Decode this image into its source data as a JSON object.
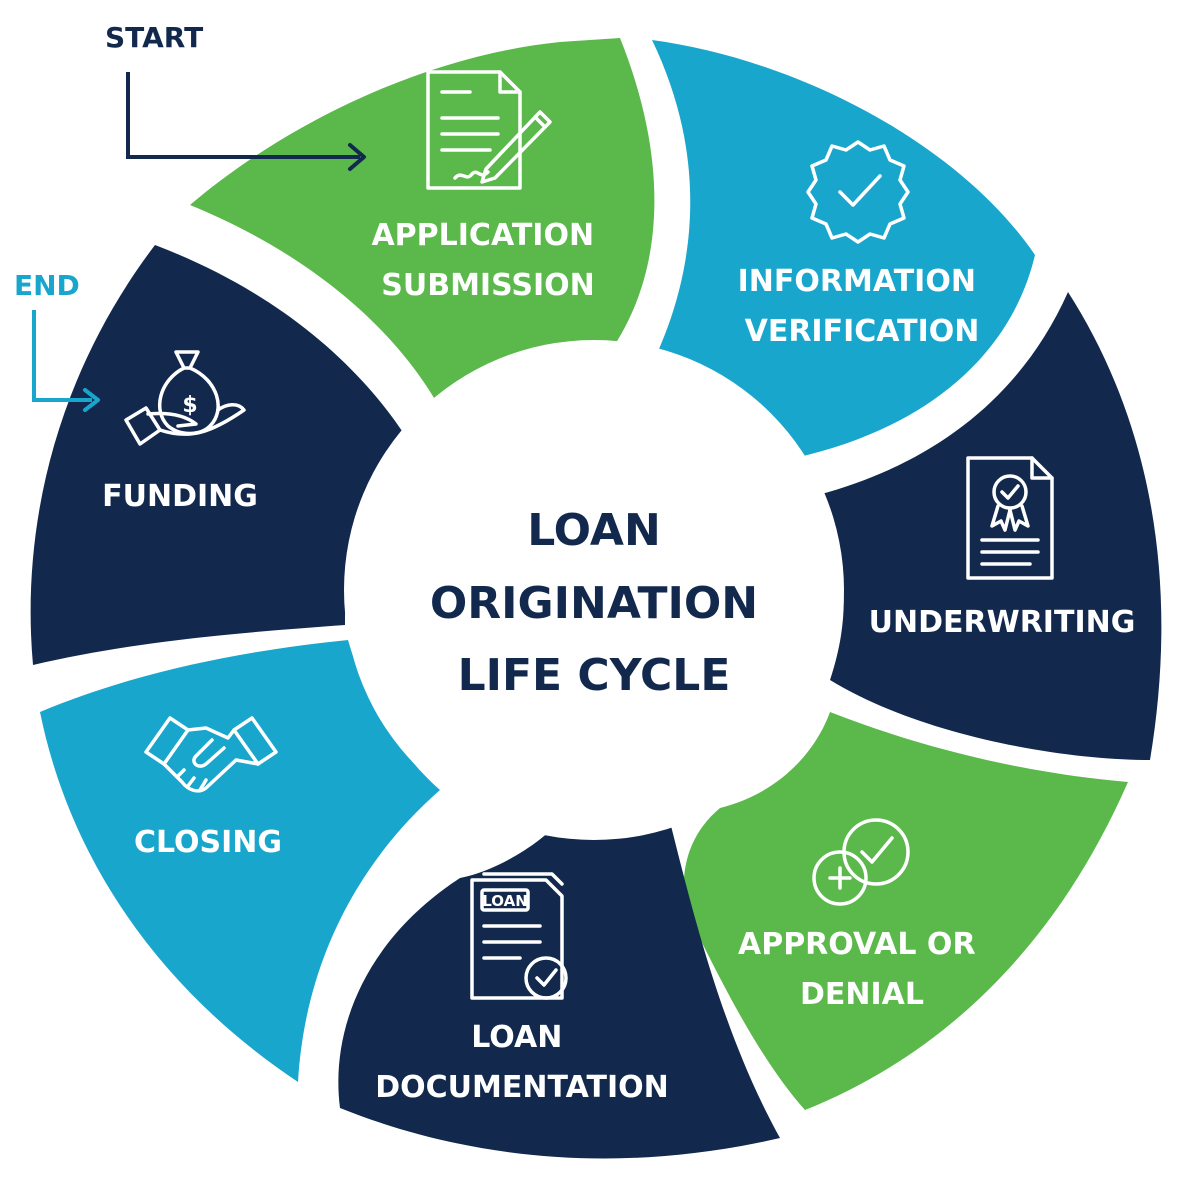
{
  "title": [
    "LOAN",
    "ORIGINATION",
    "LIFE CYCLE"
  ],
  "markers": {
    "start": "START",
    "end": "END"
  },
  "colors": {
    "green": "#5ab94a",
    "light_blue": "#19a6cd",
    "navy": "#12294d",
    "white": "#ffffff"
  },
  "stages": [
    {
      "id": "application-submission",
      "lines": [
        "APPLICATION",
        "SUBMISSION"
      ],
      "color": "#5ab94a",
      "icon": "document-pen-icon"
    },
    {
      "id": "information-verification",
      "lines": [
        "INFORMATION",
        "VERIFICATION"
      ],
      "color": "#19a6cd",
      "icon": "badge-check-icon"
    },
    {
      "id": "underwriting",
      "lines": [
        "UNDERWRITING"
      ],
      "color": "#12294d",
      "icon": "certificate-document-icon"
    },
    {
      "id": "approval-or-denial",
      "lines": [
        "APPROVAL OR",
        "DENIAL"
      ],
      "color": "#5ab94a",
      "icon": "check-cross-icon"
    },
    {
      "id": "loan-documentation",
      "lines": [
        "LOAN",
        "DOCUMENTATION"
      ],
      "color": "#12294d",
      "icon": "loan-document-icon"
    },
    {
      "id": "closing",
      "lines": [
        "CLOSING"
      ],
      "color": "#19a6cd",
      "icon": "handshake-icon"
    },
    {
      "id": "funding",
      "lines": [
        "FUNDING"
      ],
      "color": "#12294d",
      "icon": "money-bag-hand-icon"
    }
  ]
}
